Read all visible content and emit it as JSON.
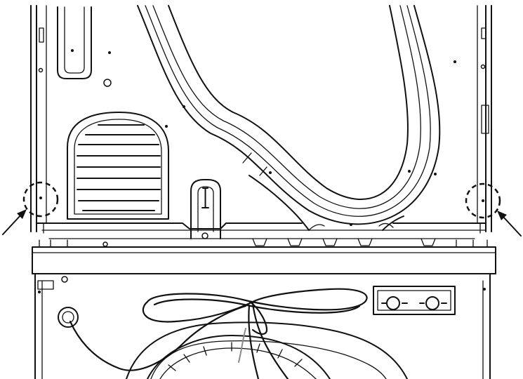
{
  "figure": {
    "subject": "dryer-stacked-on-washer-rear-view",
    "callouts": [
      {
        "id": "left-bracket-screw",
        "shape": "dashed-circle",
        "pointer": "arrow"
      },
      {
        "id": "right-bracket-screw",
        "shape": "dashed-circle",
        "pointer": "arrow"
      }
    ],
    "colors": {
      "line": "#111111",
      "background": "#ffffff",
      "secondary_line": "#8a8a8a"
    }
  }
}
